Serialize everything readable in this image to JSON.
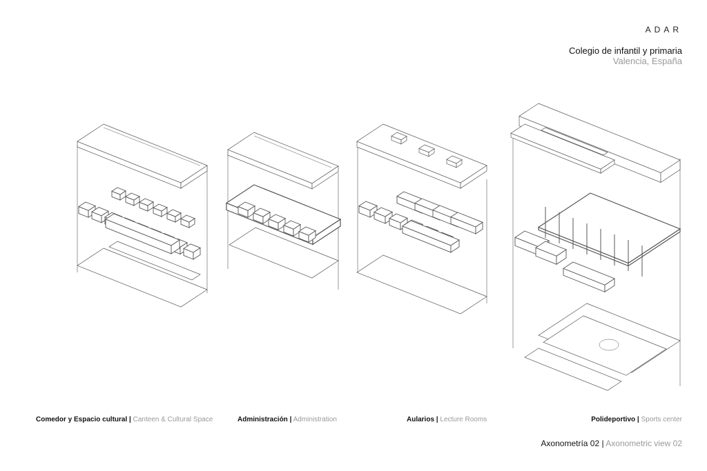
{
  "header": {
    "brand": "ADAR",
    "title": "Colegio de infantil y primaria",
    "location": "Valencia, España"
  },
  "buildings": [
    {
      "name_es": "Comedor y Espacio cultural",
      "separator": "|",
      "name_en": "Canteen & Cultural Space"
    },
    {
      "name_es": "Administración",
      "separator": "|",
      "name_en": "Administration"
    },
    {
      "name_es": "Aularios",
      "separator": "|",
      "name_en": "Lecture Rooms"
    },
    {
      "name_es": "Polideportivo",
      "separator": "|",
      "name_en": "Sports center"
    }
  ],
  "footer": {
    "label_es": "Axonometría 02",
    "separator": "|",
    "label_en": "Axonometric view 02"
  },
  "colors": {
    "line": "#555555",
    "muted": "#999999",
    "text": "#111111"
  }
}
